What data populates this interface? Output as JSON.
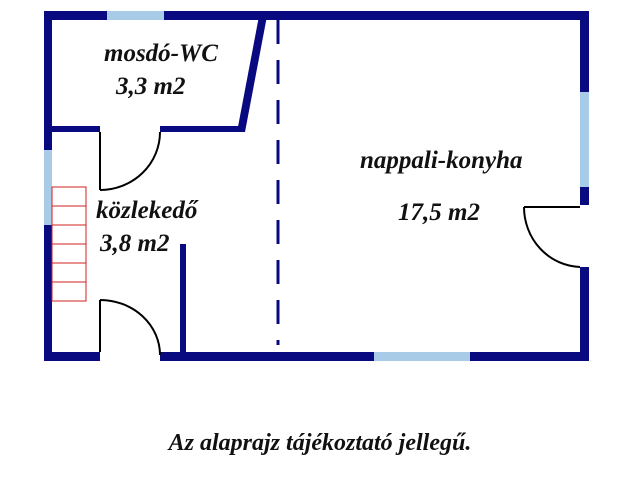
{
  "colors": {
    "wall": "#0a0a80",
    "window": "#a8cbe8",
    "door": "#000000",
    "stairs": "#d02020",
    "divider": "#0a0a80",
    "background": "#ffffff"
  },
  "rooms": [
    {
      "name": "mosdó-WC",
      "area": "3,3 m2"
    },
    {
      "name": "közlekedő",
      "area": "3,8 m2"
    },
    {
      "name": "nappali-konyha",
      "area": "17,5 m2"
    }
  ],
  "caption": "Az alaprajz tájékoztató jellegű."
}
